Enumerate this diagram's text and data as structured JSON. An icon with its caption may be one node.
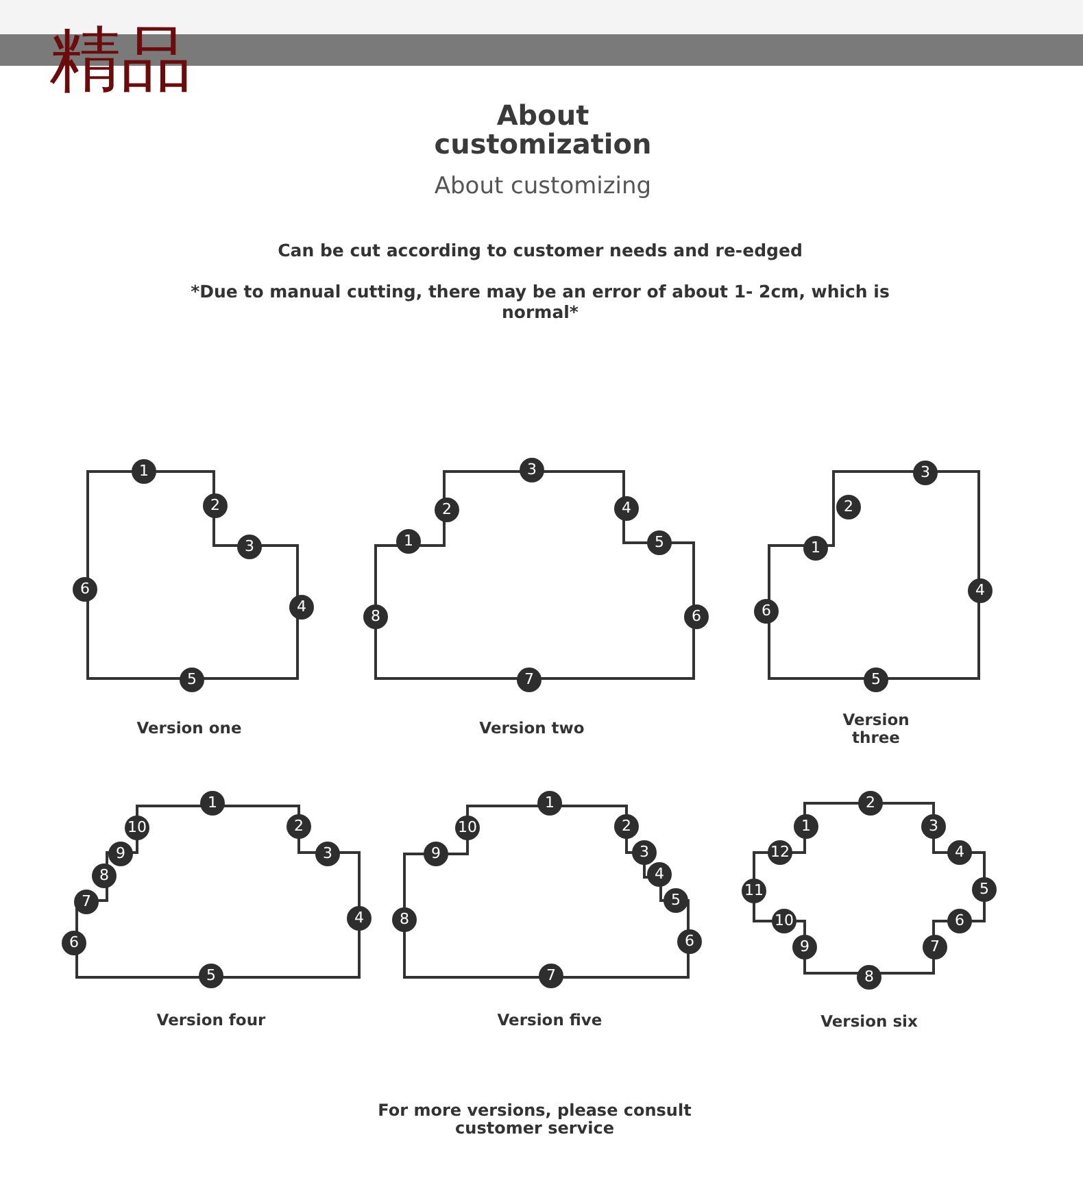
{
  "diagram": {
    "title": "About customization",
    "labels": [
      "精品",
      "About customizing",
      "Can be cut according to customer needs and re-edged",
      "*Due to manual cutting, there may be an error of about 1- 2cm, which is normal*",
      "1",
      "2",
      "3",
      "4",
      "5",
      "6",
      "Version one",
      "1",
      "2",
      "3",
      "4",
      "5",
      "6",
      "7",
      "8",
      "Version two",
      "1",
      "2",
      "3",
      "4",
      "5",
      "6",
      "Version three",
      "1",
      "2",
      "3",
      "4",
      "5",
      "6",
      "7",
      "8",
      "9",
      "10",
      "Version four",
      "1",
      "2",
      "3",
      "4",
      "5",
      "6",
      "7",
      "8",
      "9",
      "10",
      "Version five",
      "1",
      "2",
      "3",
      "4",
      "5",
      "6",
      "7",
      "8",
      "9",
      "10",
      "11",
      "12",
      "Version six",
      "For more versions, please consult customer service"
    ]
  }
}
